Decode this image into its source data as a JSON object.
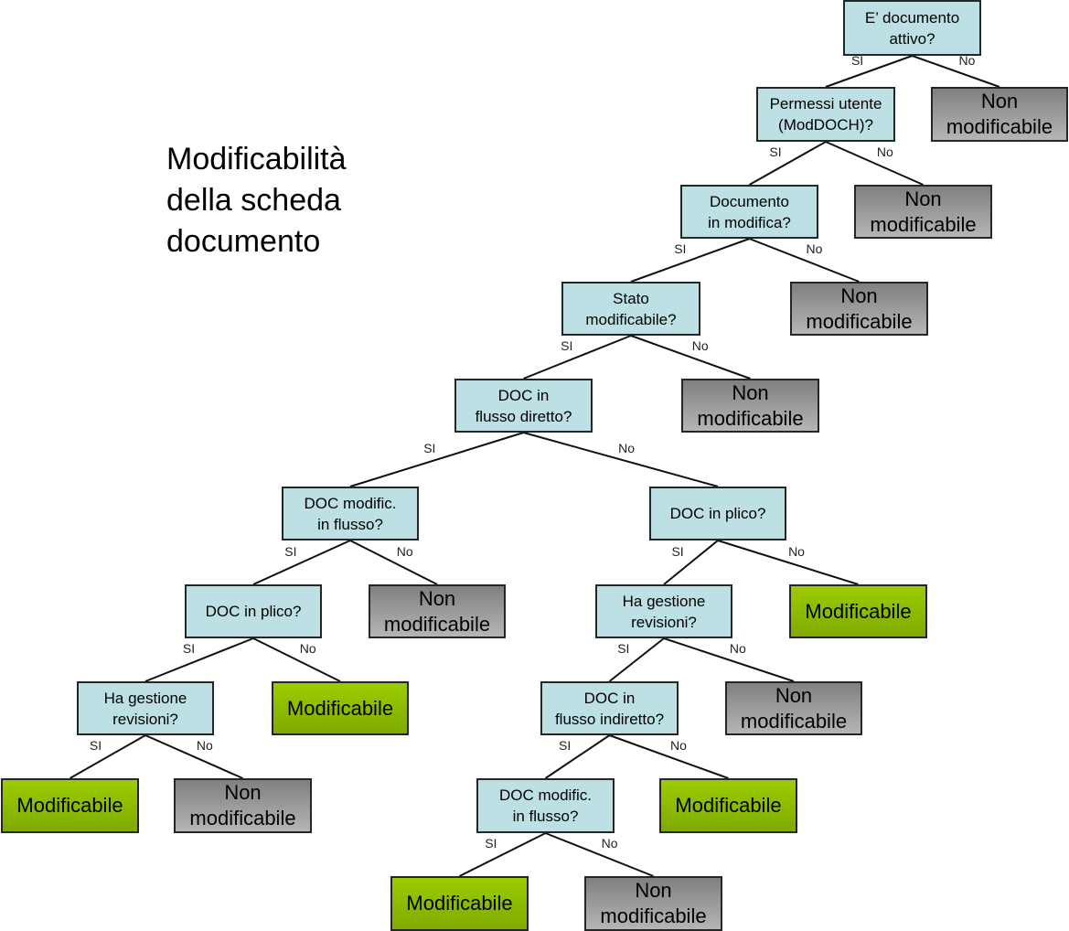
{
  "title": "Modificabilità\ndella scheda\ndocumento",
  "labels": {
    "yes": "SI",
    "no": "No"
  },
  "colors": {
    "question": "#bde0e4",
    "non_modificabile": "#999999",
    "modificabile": "#8fbc00",
    "line": "#111111"
  },
  "nodes": {
    "q1": {
      "type": "q",
      "text": "E’ documento\nattivo?"
    },
    "n1": {
      "type": "n",
      "text": "Non\nmodificabile"
    },
    "q2": {
      "type": "q",
      "text": "Permessi utente\n(ModDOCH)?"
    },
    "n2": {
      "type": "n",
      "text": "Non\nmodificabile"
    },
    "q3": {
      "type": "q",
      "text": "Documento\nin modifica?"
    },
    "n3": {
      "type": "n",
      "text": "Non\nmodificabile"
    },
    "q4": {
      "type": "q",
      "text": "Stato\nmodificabile?"
    },
    "n4": {
      "type": "n",
      "text": "Non\nmodificabile"
    },
    "q5": {
      "type": "q",
      "text": "DOC in\nflusso diretto?"
    },
    "q6": {
      "type": "q",
      "text": "DOC modific.\nin flusso?"
    },
    "q7": {
      "type": "q",
      "text": "DOC in plico?"
    },
    "q8": {
      "type": "q",
      "text": "DOC in plico?"
    },
    "n5": {
      "type": "n",
      "text": "Non\nmodificabile"
    },
    "q9": {
      "type": "q",
      "text": "Ha gestione\nrevisioni?"
    },
    "m1": {
      "type": "m",
      "text": "Modificabile"
    },
    "q10": {
      "type": "q",
      "text": "Ha gestione\nrevisioni?"
    },
    "m2": {
      "type": "m",
      "text": "Modificabile"
    },
    "q11": {
      "type": "q",
      "text": "DOC in\nflusso indiretto?"
    },
    "n6": {
      "type": "n",
      "text": "Non\nmodificabile"
    },
    "m3": {
      "type": "m",
      "text": "Modificabile"
    },
    "n7": {
      "type": "n",
      "text": "Non\nmodificabile"
    },
    "q12": {
      "type": "q",
      "text": "DOC modific.\nin flusso?"
    },
    "m4": {
      "type": "m",
      "text": "Modificabile"
    },
    "m5": {
      "type": "m",
      "text": "Modificabile"
    },
    "n8": {
      "type": "n",
      "text": "Non\nmodificabile"
    }
  },
  "edges": [
    {
      "from": "q1",
      "to": "q2",
      "label": "SI"
    },
    {
      "from": "q1",
      "to": "n1",
      "label": "No"
    },
    {
      "from": "q2",
      "to": "q3",
      "label": "SI"
    },
    {
      "from": "q2",
      "to": "n2",
      "label": "No"
    },
    {
      "from": "q3",
      "to": "q4",
      "label": "SI"
    },
    {
      "from": "q3",
      "to": "n3",
      "label": "No"
    },
    {
      "from": "q4",
      "to": "q5",
      "label": "SI"
    },
    {
      "from": "q4",
      "to": "n4",
      "label": "No"
    },
    {
      "from": "q5",
      "to": "q6",
      "label": "SI"
    },
    {
      "from": "q5",
      "to": "q7",
      "label": "No"
    },
    {
      "from": "q6",
      "to": "q8",
      "label": "SI"
    },
    {
      "from": "q6",
      "to": "n5",
      "label": "No"
    },
    {
      "from": "q7",
      "to": "q9",
      "label": "SI"
    },
    {
      "from": "q7",
      "to": "m1",
      "label": "No"
    },
    {
      "from": "q8",
      "to": "q10",
      "label": "SI"
    },
    {
      "from": "q8",
      "to": "m2",
      "label": "No"
    },
    {
      "from": "q9",
      "to": "q11",
      "label": "SI"
    },
    {
      "from": "q9",
      "to": "n6",
      "label": "No"
    },
    {
      "from": "q10",
      "to": "m3",
      "label": "SI"
    },
    {
      "from": "q10",
      "to": "n7",
      "label": "No"
    },
    {
      "from": "q11",
      "to": "q12",
      "label": "SI"
    },
    {
      "from": "q11",
      "to": "m4",
      "label": "No"
    },
    {
      "from": "q12",
      "to": "m5",
      "label": "SI"
    },
    {
      "from": "q12",
      "to": "n8",
      "label": "No"
    }
  ]
}
